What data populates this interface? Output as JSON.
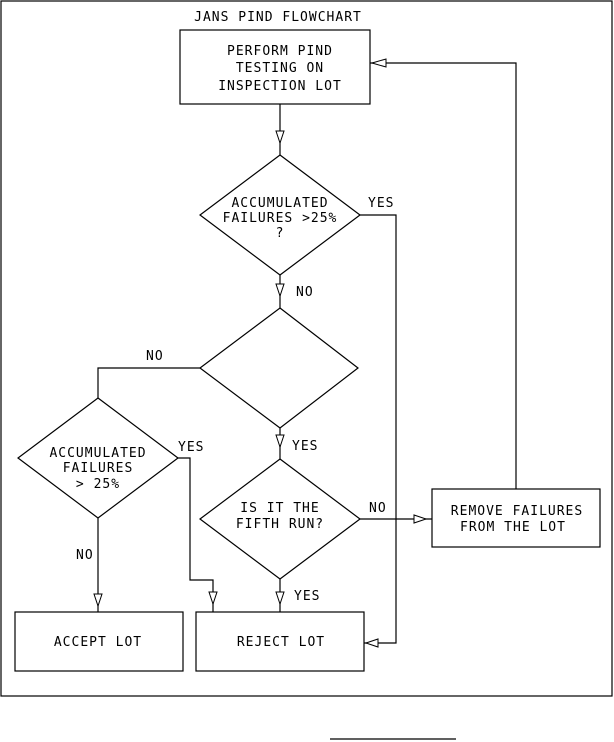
{
  "diagram": {
    "title": "JANS PIND FLOWCHART",
    "nodes": {
      "perform": {
        "lines": [
          "PERFORM PIND",
          "TESTING ON",
          "INSPECTION LOT"
        ]
      },
      "accumulated_top": {
        "lines": [
          "ACCUMULATED",
          "FAILURES  >25%",
          "?"
        ]
      },
      "blank_decision": {
        "lines": []
      },
      "accumulated_left": {
        "lines": [
          "ACCUMULATED",
          "FAILURES",
          "> 25%"
        ]
      },
      "fifth_run": {
        "lines": [
          "IS IT THE",
          "FIFTH RUN?"
        ]
      },
      "remove": {
        "lines": [
          "REMOVE FAILURES",
          "FROM THE LOT"
        ]
      },
      "accept": {
        "lines": [
          "ACCEPT LOT"
        ]
      },
      "reject": {
        "lines": [
          "REJECT LOT"
        ]
      }
    },
    "edge_labels": {
      "top_yes": "YES",
      "top_no": "NO",
      "blank_no": "NO",
      "blank_yes": "YES",
      "left_yes": "YES",
      "left_no": "NO",
      "fifth_no": "NO",
      "fifth_yes": "YES"
    }
  }
}
